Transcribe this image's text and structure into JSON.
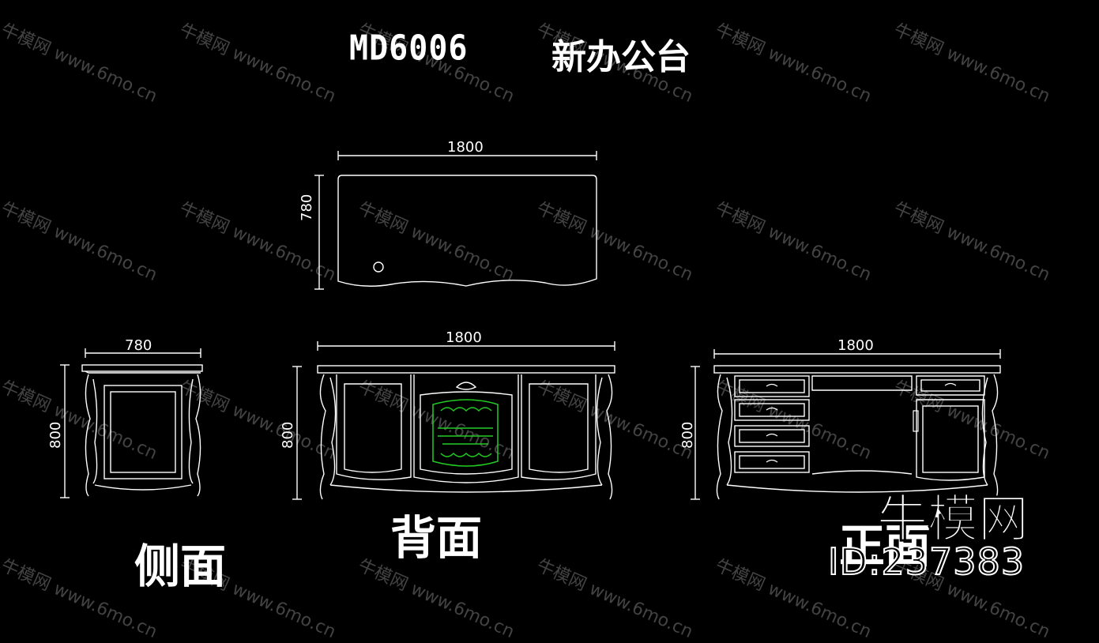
{
  "title": {
    "model": "MD6006",
    "name": "新办公台"
  },
  "dimensions": {
    "plan_width": "1800",
    "plan_depth": "780",
    "side_width": "780",
    "side_height": "800",
    "back_width": "1800",
    "back_height": "800",
    "front_width": "1800",
    "front_height": "800"
  },
  "view_labels": {
    "side": "侧面",
    "back": "背面",
    "front": "正面"
  },
  "watermark": {
    "logo": "牛模网",
    "url": "www.6mo.cn",
    "brand": "牛模网",
    "id": "ID:237383"
  },
  "colors": {
    "background": "#000000",
    "line": "#ffffff",
    "accent": "#22cc22"
  }
}
